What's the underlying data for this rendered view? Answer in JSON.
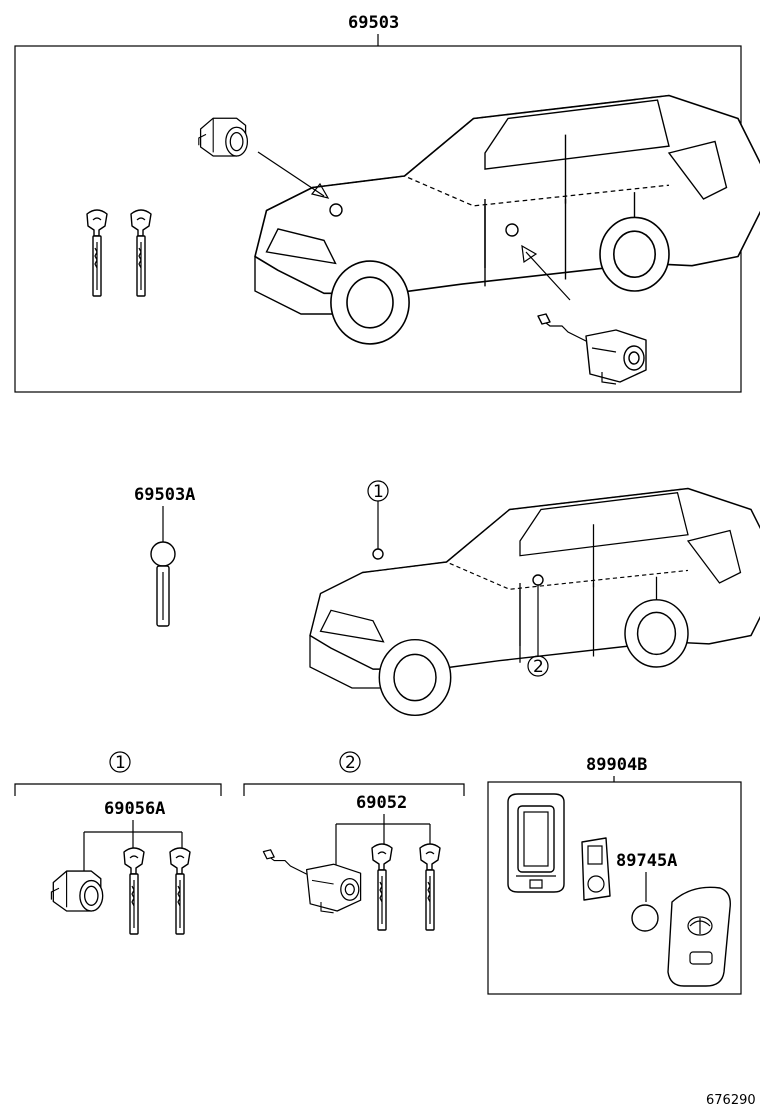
{
  "parts": {
    "p69503": "69503",
    "p69503A": "69503A",
    "p69056A": "69056A",
    "p69052": "69052",
    "p89904B": "89904B",
    "p89745A": "89745A"
  },
  "refs": {
    "one": "1",
    "two": "2"
  },
  "footer": {
    "diagram_number": "676290"
  }
}
